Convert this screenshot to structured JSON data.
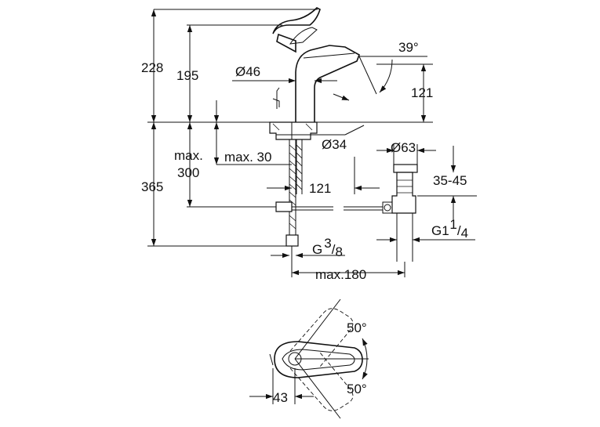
{
  "dimensions": {
    "total_height_above": "228",
    "spout_height": "195",
    "spout_diameter": "Ø46",
    "spout_angle": "39°",
    "spout_reach_height": "121",
    "hole_diameter": "Ø34",
    "waste_diameter": "Ø63",
    "max_label": "max.",
    "max_depth": "300",
    "max_30": "max. 30",
    "height_below": "365",
    "reach_121": "121",
    "waste_range": "35-45",
    "waste_thread_prefix": "G1",
    "waste_thread_num": "1",
    "waste_thread_den": "4",
    "supply_thread_prefix": "G",
    "supply_thread_num": "3",
    "supply_thread_den": "8",
    "max_180": "max.180",
    "lever_angle_top": "50°",
    "lever_angle_bottom": "50°",
    "lever_offset": "43"
  }
}
